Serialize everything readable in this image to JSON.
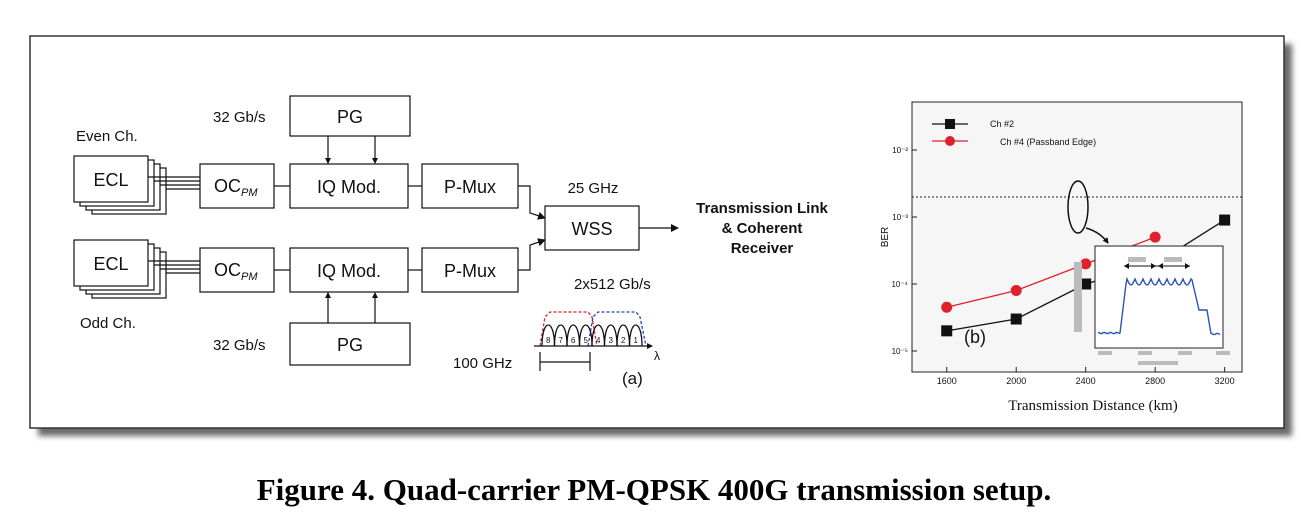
{
  "diagram": {
    "even_label": "Even Ch.",
    "odd_label": "Odd Ch.",
    "ecl_label": "ECL",
    "oc_main": "OC",
    "oc_sub": "PM",
    "iq_label": "IQ Mod.",
    "pg_label": "PG",
    "pg_rate": "32 Gb/s",
    "pmux_label": "P-Mux",
    "wss_label": "WSS",
    "wss_spacing": "25 GHz",
    "link_lines": [
      "Transmission Link",
      "& Coherent",
      "Receiver"
    ],
    "rate_total": "2x512 Gb/s",
    "spacing_100": "100 GHz",
    "lambda": "λ",
    "spectrum_channels": [
      "8",
      "7",
      "6",
      "5",
      "4",
      "3",
      "2",
      "1"
    ],
    "panel_a": "(a)"
  },
  "chart_data": {
    "type": "line",
    "panel_label": "(b)",
    "xlabel": "Transmission Distance (km)",
    "ylabel": "BER",
    "xlim": [
      1400,
      3300
    ],
    "x_ticks": [
      "1600",
      "2000",
      "2400",
      "2800",
      "3200"
    ],
    "y_tick_labels": [
      "10⁻²",
      "10⁻³",
      "10⁻⁴",
      "10⁻⁵"
    ],
    "y_log": true,
    "legend_position": "top-left",
    "threshold_line": true,
    "series": [
      {
        "name": "Ch #2",
        "color": "#111111",
        "marker": "square",
        "x": [
          1600,
          2000,
          2400,
          2800,
          3200
        ],
        "y": [
          2e-05,
          3e-05,
          0.0001,
          0.0002,
          0.0009
        ]
      },
      {
        "name": "Ch #4 (Passband Edge)",
        "color": "#e0202a",
        "marker": "circle",
        "x": [
          1600,
          2000,
          2400,
          2800
        ],
        "y": [
          4.5e-05,
          8e-05,
          0.0002,
          0.0005
        ]
      }
    ]
  },
  "caption": "Figure 4. Quad-carrier PM-QPSK 400G transmission setup."
}
